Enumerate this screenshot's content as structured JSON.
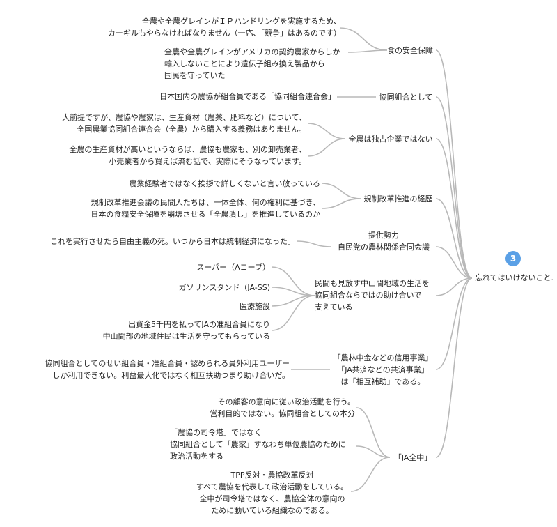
{
  "colors": {
    "line": "#b8b8b8",
    "badge": "#5aa0e6",
    "text": "#222222"
  },
  "root": {
    "badge": "3",
    "label": "忘れてはいけないこと."
  },
  "branches": [
    {
      "label": [
        "食の安全保障"
      ],
      "leaves": [
        [
          "全農や全農グレインがＩＰハンドリングを実施するため、",
          "カーギルもやらなければなりません（一応、「競争」はあるのです）"
        ],
        [
          "全農や全農グレインがアメリカの契約農家からしか",
          "輸入しないことにより遺伝子組み換え製品から",
          "国民を守っていた"
        ]
      ]
    },
    {
      "label": [
        "協同組合として"
      ],
      "leaves": [
        [
          "日本国内の農協が組合員である「協同組合連合会」"
        ]
      ]
    },
    {
      "label": [
        "全農は独占企業ではない"
      ],
      "leaves": [
        [
          "大前提ですが、農協や農家は、生産資材（農薬、肥料など）について、",
          "全国農業協同組合連合会（全農）から購入する義務はありません。"
        ],
        [
          "全農の生産資材が高いというならば、農協も農家も、別の卸売業者、",
          "小売業者から買えば済む話で、実際にそうなっています。"
        ]
      ]
    },
    {
      "label": [
        "規制改革推進の経歴"
      ],
      "leaves": [
        [
          "農業経験者ではなく挨拶で詳しくないと言い放っている"
        ],
        [
          "規制改革推進会議の民間人たちは、一体全体、何の権利に基づき、",
          "日本の食糧安全保障を崩壊させる「全農潰し」を推進しているのか"
        ]
      ]
    },
    {
      "label": [
        "提供勢力",
        "自民党の農林関係合同会議"
      ],
      "leaves": [
        [
          "これを実行させたら自由主義の死。いつから日本は統制経済になった」"
        ]
      ]
    },
    {
      "label": [
        "民間も見放す中山間地域の生活を",
        "協同組合ならではの助け合いで",
        "支えている"
      ],
      "leaves": [
        [
          "スーパー（Aコープ）"
        ],
        [
          "ガソリンスタンド（JA-SS)"
        ],
        [
          "医療施設"
        ],
        [
          "出資金5千円を払ってJAの准組合員になり",
          "中山間部の地域住民は生活を守ってもらっている"
        ]
      ]
    },
    {
      "label": [
        "「農林中金などの信用事業」",
        "「JA共済などの共済事業」",
        "は「相互補助」である。"
      ],
      "leaves": [
        [
          "協同組合としてのせい組合員・准組合員・認められる員外利用ユーザー",
          "しか利用できない。利益最大化ではなく相互扶助つまり助け合いだ。"
        ]
      ]
    },
    {
      "label": [
        "「JA全中」"
      ],
      "leaves": [
        [
          "その顧客の意向に従い政治活動を行う。",
          "営利目的ではない。協同組合としての本分"
        ],
        [
          "「農協の司令塔」ではなく",
          "協同組合として「農家」すなわち単位農協のために",
          "政治活動をする"
        ],
        [
          "TPP反対・農協改革反対",
          "すべて農協を代表して政治活動をしている。",
          "全中が司令塔ではなく、農協全体の意向の",
          "ために動いている組織なのである。"
        ]
      ]
    }
  ]
}
